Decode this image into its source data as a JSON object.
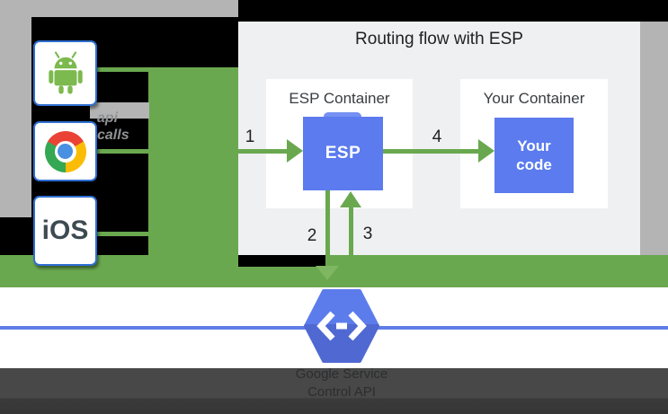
{
  "colors": {
    "green": "#6aa84f",
    "blue-box": "#5b7bee",
    "blue-line": "#5f7de9",
    "hex-top": "#5d7cec",
    "hex-bottom": "#5068d2",
    "page-gray": "#b4b4b4",
    "panel-gray": "#eef0f1",
    "box-border-blue": "#2f6fd1",
    "android-green": "#7cb94e",
    "chrome-red": "#ea4335",
    "chrome-yellow": "#fbbc05",
    "chrome-green": "#34a853",
    "chrome-blue": "#4a90e2"
  },
  "title": "Routing flow with ESP",
  "clients": [
    {
      "name": "android"
    },
    {
      "name": "chrome"
    },
    {
      "name": "ios",
      "label": "iOS"
    }
  ],
  "left_label": {
    "line1": "api",
    "line2": "calls"
  },
  "containers": [
    {
      "label": "ESP Container",
      "box": "ESP"
    },
    {
      "label": "Your Container",
      "box_line1": "Your",
      "box_line2": "code"
    }
  ],
  "steps": {
    "s1": "1",
    "s2": "2",
    "s3": "3",
    "s4": "4"
  },
  "service": {
    "caption_line1": "Google Service",
    "caption_line2": "Control API"
  }
}
